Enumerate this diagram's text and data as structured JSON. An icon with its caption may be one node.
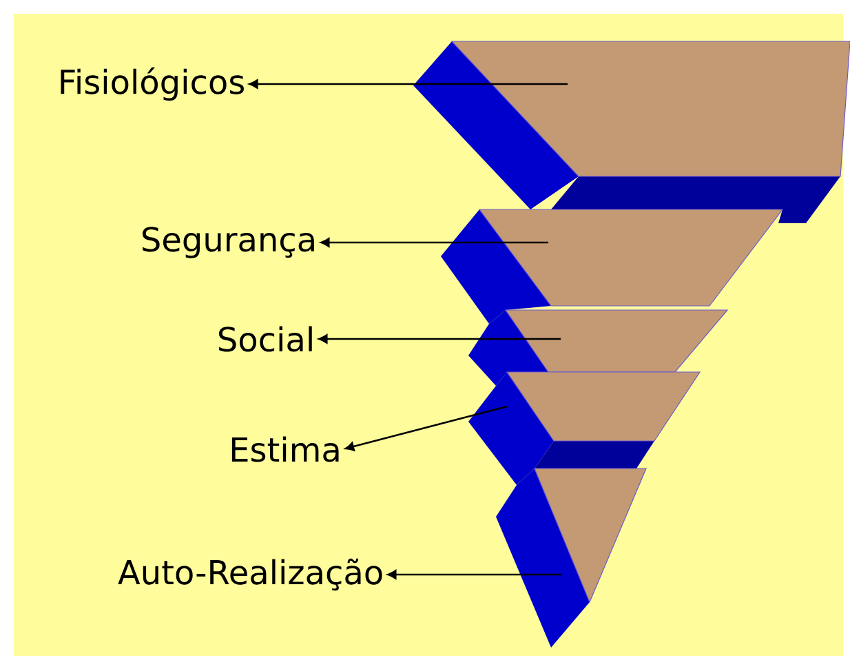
{
  "diagram": {
    "nodes": [
      {
        "text": [
          "Fisiológicos"
        ]
      },
      {
        "text": [
          "Segurança"
        ]
      },
      {
        "text": [
          "Social"
        ]
      },
      {
        "text": [
          "Estima"
        ]
      },
      {
        "text": [
          "Auto-Realização"
        ]
      },
      {
        "text": [],
        "shape": "trapezoid"
      },
      {
        "text": [],
        "shape": "trapezoid"
      },
      {
        "text": [],
        "shape": "trapezoid"
      },
      {
        "text": [],
        "shape": "trapezoid"
      },
      {
        "text": [],
        "shape": "triangle"
      }
    ],
    "edges": [
      {
        "from": 5,
        "to": 0,
        "arrow": "to"
      },
      {
        "from": 6,
        "to": 1,
        "arrow": "to"
      },
      {
        "from": 7,
        "to": 2,
        "arrow": "to"
      },
      {
        "from": 8,
        "to": 3,
        "arrow": "to"
      },
      {
        "from": 9,
        "to": 4,
        "arrow": "to"
      }
    ]
  }
}
